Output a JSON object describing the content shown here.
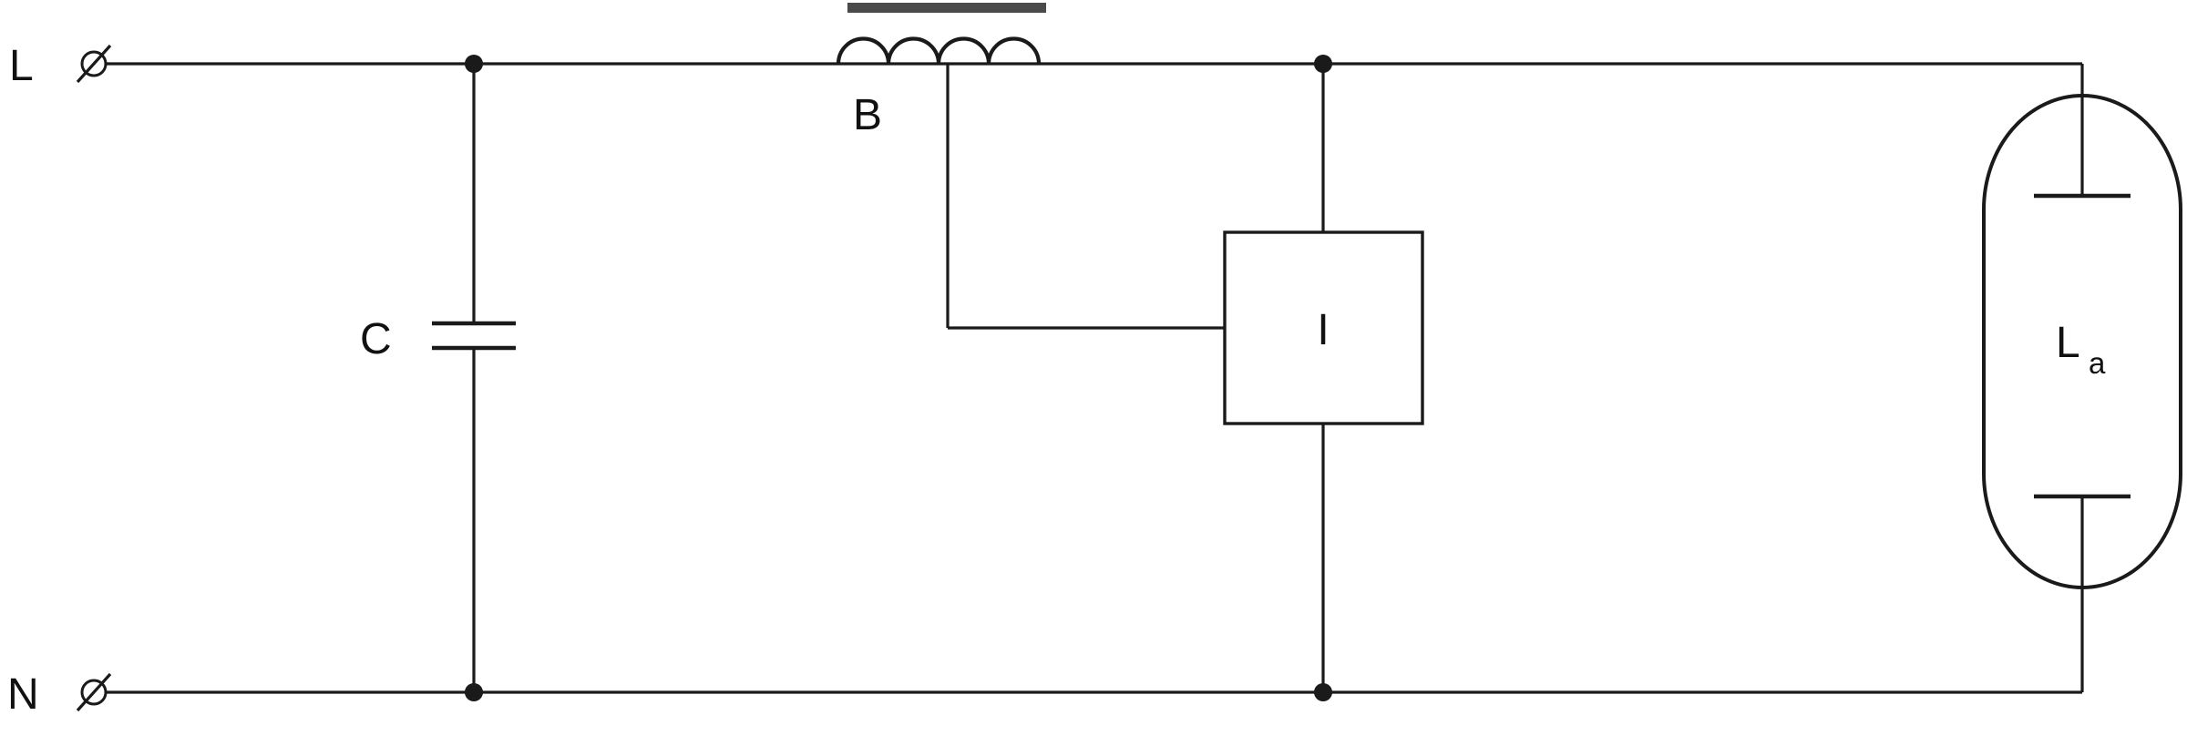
{
  "diagram": {
    "kind": "circuit-schematic",
    "background": "#ffffff",
    "line_color": "#1a1a1a",
    "labels": {
      "line_terminal": "L",
      "neutral_terminal": "N",
      "capacitor": "C",
      "ballast": "B",
      "ignitor": "I",
      "lamp": "L",
      "lamp_subscript": "a"
    }
  }
}
